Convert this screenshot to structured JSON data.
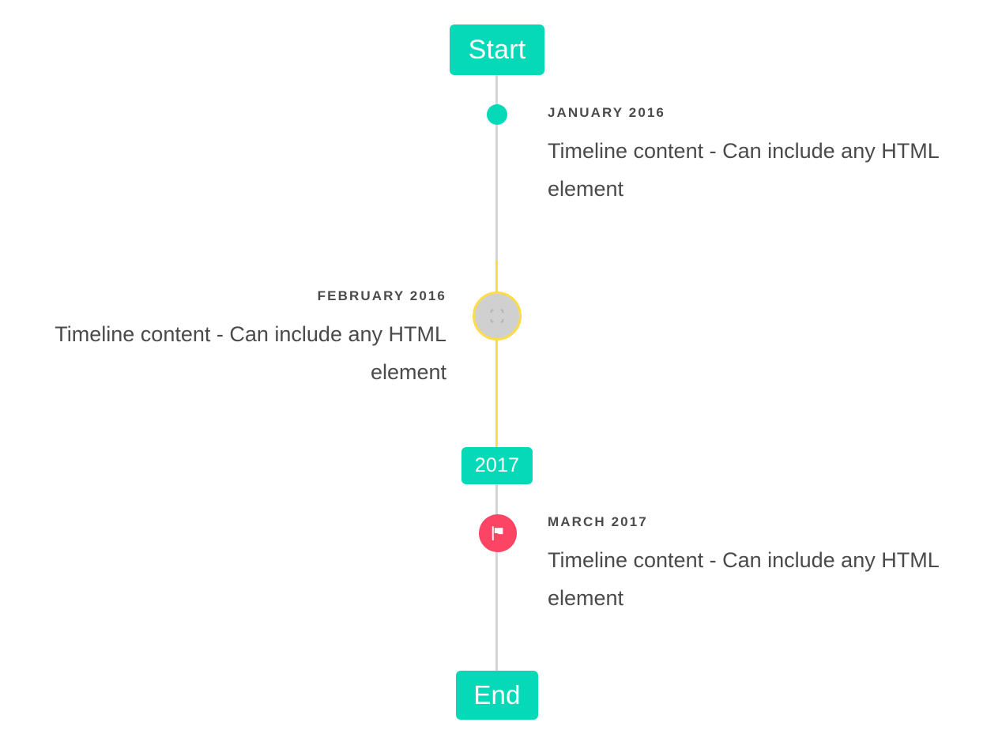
{
  "timeline": {
    "start_badge": {
      "label": "Start"
    },
    "mid_badge": {
      "label": "2017"
    },
    "end_badge": {
      "label": "End"
    },
    "colors": {
      "badge": "#05d9b8",
      "dot_marker": "#05d9b8",
      "line": "#d5d5d5",
      "line_accent": "#fbdd48",
      "image_marker_fill": "#d0d0d0",
      "image_marker_ring": "#fbdd48",
      "flag_marker": "#fc4465",
      "text": "#4a4a4a",
      "background": "#ffffff"
    },
    "entries": [
      {
        "heading": "JANUARY 2016",
        "body": "Timeline content - Can include any HTML element",
        "side": "right",
        "marker": "dot-icon"
      },
      {
        "heading": "FEBRUARY 2016",
        "body": "Timeline content - Can include any HTML element",
        "side": "left",
        "marker": "broken-image-icon"
      },
      {
        "heading": "MARCH 2017",
        "body": "Timeline content - Can include any HTML element",
        "side": "right",
        "marker": "flag-icon"
      }
    ]
  }
}
